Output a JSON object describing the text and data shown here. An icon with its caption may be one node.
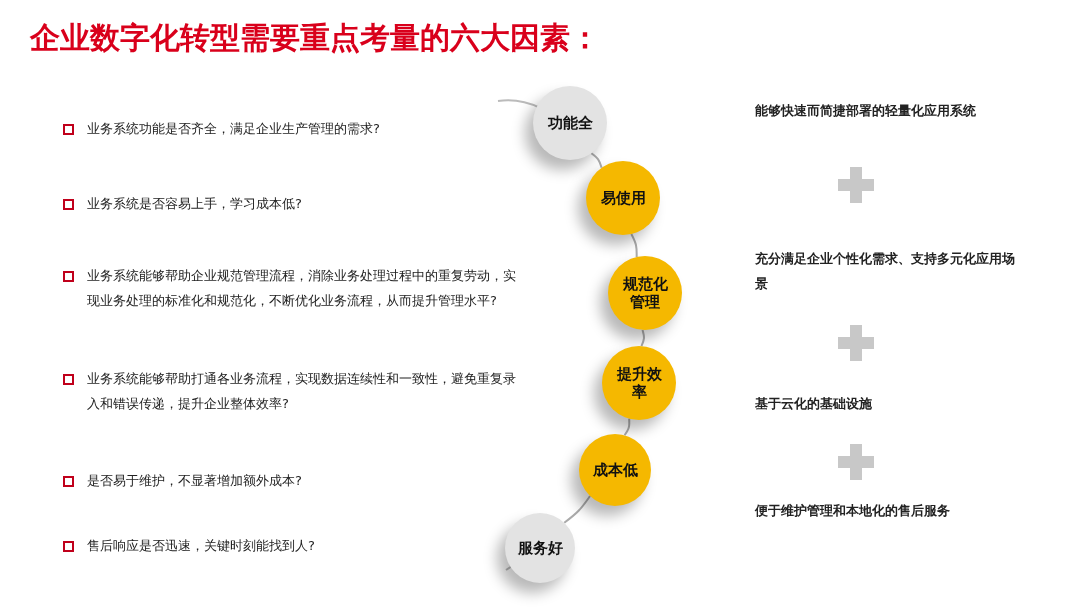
{
  "diagram": {
    "title": "企业数字化转型需要重点考量的六大因素：",
    "nodes": [
      {
        "text": [
          "功能全"
        ]
      },
      {
        "text": [
          "易使用"
        ]
      },
      {
        "text": [
          "规范化管理"
        ]
      },
      {
        "text": [
          "提升效率"
        ]
      },
      {
        "text": [
          "成本低"
        ]
      },
      {
        "text": [
          "服务好"
        ]
      }
    ],
    "edges": [
      {
        "from": 0,
        "to": 1,
        "arrow": "none"
      },
      {
        "from": 1,
        "to": 2,
        "arrow": "none"
      },
      {
        "from": 2,
        "to": 3,
        "arrow": "none"
      },
      {
        "from": 3,
        "to": 4,
        "arrow": "none"
      },
      {
        "from": 4,
        "to": 5,
        "arrow": "none"
      }
    ],
    "labels": [
      "业务系统功能是否齐全，满足企业生产管理的需求?",
      "业务系统是否容易上手，学习成本低?",
      "业务系统能够帮助企业规范管理流程，消除业务处理过程中的重复劳动，实现业务处理的标准化和规范化，不断优化业务流程，从而提升管理水平?",
      "业务系统能够帮助打通各业务流程，实现数据连续性和一致性，避免重复录入和错误传递，提升企业整体效率?",
      "是否易于维护，不显著增加额外成本?",
      "售后响应是否迅速，关键时刻能找到人?",
      "能够快速而简捷部署的轻量化应用系统",
      "充分满足企业个性化需求、支持多元化应用场景",
      "基于云化的基础设施",
      "便于维护管理和本地化的售后服务"
    ]
  }
}
